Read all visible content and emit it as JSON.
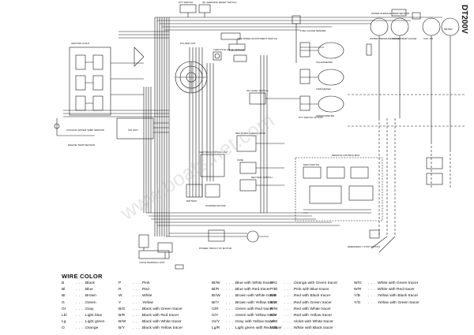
{
  "model": "DT200V",
  "watermark": "www.boats.net.com",
  "labels": {
    "ptt_switch": "PTT SWITCH",
    "oil_warning_reset": "OIL WARNING RESET SWITCH",
    "fuel_gauge": "FUEL GAUGE SENDER",
    "water_surface": "WATER SURFACE TEMP SENSOR",
    "water_pressure": "WATER PRESSURE GAUGE",
    "water_temp": "WATER TEMP GAUGE",
    "cap_on": "CAP. ON",
    "meter": "METER",
    "idle_speed_adj": "IDLE SPEED ADJUSTMENT SWITCH",
    "throttle_valve": "THROTTLE VALVE SENSOR",
    "ignition_coils": "IGNITION COILS",
    "cooling_water_temp": "COOLING WATER TEMP SENSOR",
    "engine_temp": "ENGINE TEMP SENSOR",
    "cdi_unit": "CDI UNIT",
    "tachometer": "TACHOMETER",
    "trim_meter": "TRIM METER",
    "pulser_coil": "PULSER COIL",
    "ignition_control": "IGNITION CONTROL UNIT",
    "neutral_switch": "NEUTRAL SWITCH",
    "remote_control_box": "REMOTE CONTROL BOX",
    "emergency_stop": "EMERGENCY STOP SWITCH",
    "voice_warning": "VOICE WARNING UNIT",
    "power_trim": "POWER TRIM & TILT MOTOR",
    "battery": "BATTERY",
    "starter_motor": "STARTER MOTOR",
    "rectifier": "RECTIFIER & REGULATOR",
    "oil_level": "OIL LEVEL SWITCH",
    "main_switch": "MAIN SWITCH",
    "speedometer": "SPEEDOMETER",
    "ptt_switch_option": "PTT SWITCH OPTION",
    "fuse": "FUSE"
  },
  "wire_color": {
    "title": "WIRE COLOR",
    "columns": [
      [
        {
          "code": "B",
          "name": "Black"
        },
        {
          "code": "Bl",
          "name": "Blue"
        },
        {
          "code": "Br",
          "name": "Brown"
        },
        {
          "code": "G",
          "name": "Green"
        },
        {
          "code": "Gr",
          "name": "Gray"
        },
        {
          "code": "Lbl",
          "name": "Light blue"
        },
        {
          "code": "Lg",
          "name": "Light green"
        },
        {
          "code": "O",
          "name": "Orange"
        }
      ],
      [
        {
          "code": "P",
          "name": "Pink"
        },
        {
          "code": "R",
          "name": "Red"
        },
        {
          "code": "W",
          "name": "White"
        },
        {
          "code": "Y",
          "name": "Yellow"
        },
        {
          "code": "B/G",
          "name": "Black with Green tracer"
        },
        {
          "code": "B/R",
          "name": "Black with Red tracer"
        },
        {
          "code": "B/W",
          "name": "Black with White tracer"
        },
        {
          "code": "B/Y",
          "name": "Black with Yellow tracer"
        }
      ],
      [
        {
          "code": "Bl/W",
          "name": "Blue with White tracer"
        },
        {
          "code": "Bl/R",
          "name": "Blue with Red tracer"
        },
        {
          "code": "Br/W",
          "name": "Brown with White tracer"
        },
        {
          "code": "Br/Y",
          "name": "Brown with Yellow tracer"
        },
        {
          "code": "G/R",
          "name": "Green with Red tracer"
        },
        {
          "code": "G/Y",
          "name": "Green with Yellow tracer"
        },
        {
          "code": "Gr/Y",
          "name": "Gray with Yellow tracer"
        },
        {
          "code": "Lg/R",
          "name": "Light green with Red tracer"
        }
      ],
      [
        {
          "code": "O/G",
          "name": "Orange with Green tracer"
        },
        {
          "code": "P/Bl",
          "name": "Pink with Blue tracer"
        },
        {
          "code": "R/B",
          "name": "Red with Black tracer"
        },
        {
          "code": "R/G",
          "name": "Red with Green tracer"
        },
        {
          "code": "R/W",
          "name": "Red with White tracer"
        },
        {
          "code": "R/Y",
          "name": "Red with Yellow tracer"
        },
        {
          "code": "V/W",
          "name": "Violet with White tracer"
        },
        {
          "code": "W/B",
          "name": "White with Black tracer"
        }
      ],
      [
        {
          "code": "W/G",
          "name": "White with Green tracer"
        },
        {
          "code": "W/R",
          "name": "White with Red tracer"
        },
        {
          "code": "Y/B",
          "name": "Yellow with Black tracer"
        },
        {
          "code": "Y/G",
          "name": "Yellow with Green tracer"
        }
      ]
    ]
  }
}
